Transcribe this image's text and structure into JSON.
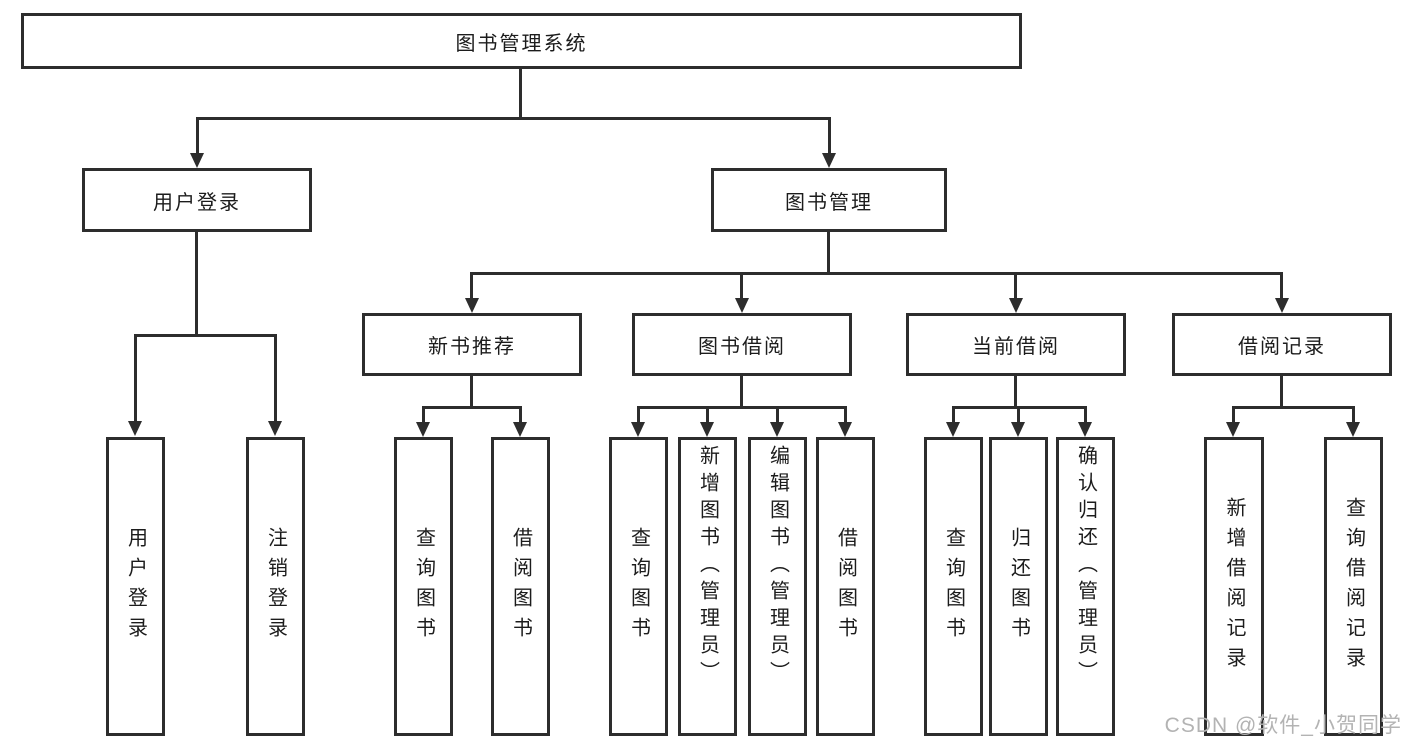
{
  "colors": {
    "line": "#2d2d2d",
    "text": "#1c1c1c",
    "watermark": "#b3b3b3",
    "background": "#ffffff"
  },
  "watermark": {
    "text": "CSDN @软件_小贺同学"
  },
  "tree": {
    "root": {
      "label": "图书管理系统"
    },
    "level2": [
      {
        "label": "用户登录"
      },
      {
        "label": "图书管理"
      }
    ],
    "level3": [
      {
        "label": "新书推荐"
      },
      {
        "label": "图书借阅"
      },
      {
        "label": "当前借阅"
      },
      {
        "label": "借阅记录"
      }
    ],
    "leaves": {
      "user_login": [
        {
          "label": "用户登录"
        },
        {
          "label": "注销登录"
        }
      ],
      "new_book": [
        {
          "label": "查询图书"
        },
        {
          "label": "借阅图书"
        }
      ],
      "book_borrow": [
        {
          "label": "查询图书"
        },
        {
          "label": "新增图书（管理员）"
        },
        {
          "label": "编辑图书（管理员）"
        },
        {
          "label": "借阅图书"
        }
      ],
      "current_borrow": [
        {
          "label": "查询图书"
        },
        {
          "label": "归还图书"
        },
        {
          "label": "确认归还（管理员）"
        }
      ],
      "records": [
        {
          "label": "新增借阅记录"
        },
        {
          "label": "查询借阅记录"
        }
      ]
    }
  }
}
